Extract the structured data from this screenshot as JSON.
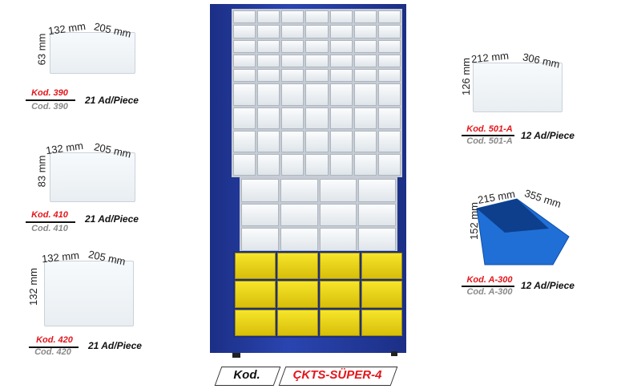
{
  "products_left": [
    {
      "dims": [
        "132 mm",
        "205 mm",
        "63 mm"
      ],
      "kod": "Kod. 390",
      "cod": "Cod. 390",
      "qty": "21 Ad/Piece"
    },
    {
      "dims": [
        "132 mm",
        "205 mm",
        "83 mm"
      ],
      "kod": "Kod. 410",
      "cod": "Cod. 410",
      "qty": "21 Ad/Piece"
    },
    {
      "dims": [
        "132 mm",
        "205 mm",
        "132 mm"
      ],
      "kod": "Kod. 420",
      "cod": "Cod. 420",
      "qty": "21 Ad/Piece"
    }
  ],
  "products_right": [
    {
      "dims": [
        "212 mm",
        "306 mm",
        "126 mm"
      ],
      "kod": "Kod. 501-A",
      "cod": "Cod. 501-A",
      "qty": "12 Ad/Piece"
    },
    {
      "dims": [
        "215 mm",
        "355 mm",
        "152 mm"
      ],
      "kod": "Kod. A-300",
      "cod": "Cod. A-300",
      "qty": "12 Ad/Piece"
    }
  ],
  "cabinet": {
    "code_label": "Kod.",
    "code_value": "ÇKTS-SÜPER-4"
  },
  "colors": {
    "cabinet": "#2a45b0",
    "bin": "#f2dc1a",
    "kod": "#e3161b",
    "cod": "#8a8a8a",
    "blue_bin": "#1f6fd6"
  }
}
